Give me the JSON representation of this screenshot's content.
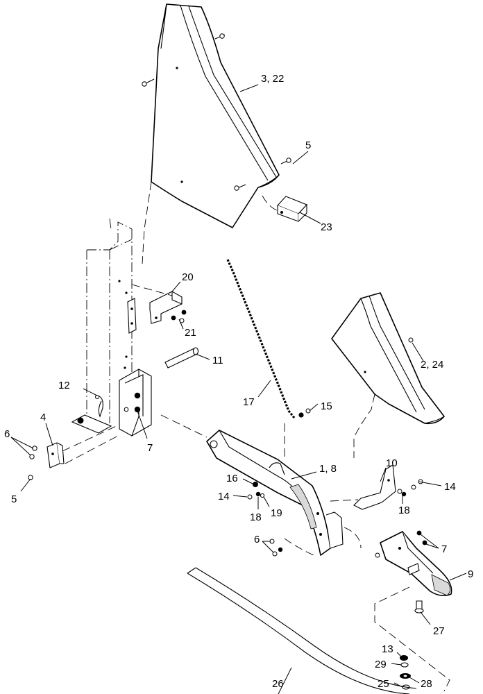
{
  "callouts": {
    "c3_22": "3, 22",
    "c5_top": "5",
    "c23": "23",
    "c20": "20",
    "c21": "21",
    "c11": "11",
    "c12": "12",
    "c17": "17",
    "c15": "15",
    "c2_24": "2, 24",
    "c4": "4",
    "c6_left": "6",
    "c5_left": "5",
    "c7_left": "7",
    "c1_8": "1, 8",
    "c10": "10",
    "c16": "16",
    "c14_left": "14",
    "c18_left": "18",
    "c19": "19",
    "c14_right": "14",
    "c18_right": "18",
    "c6_bottom": "6",
    "c7_right": "7",
    "c9": "9",
    "c27": "27",
    "c13": "13",
    "c29": "29",
    "c28": "28",
    "c25": "25",
    "c26": "26"
  }
}
